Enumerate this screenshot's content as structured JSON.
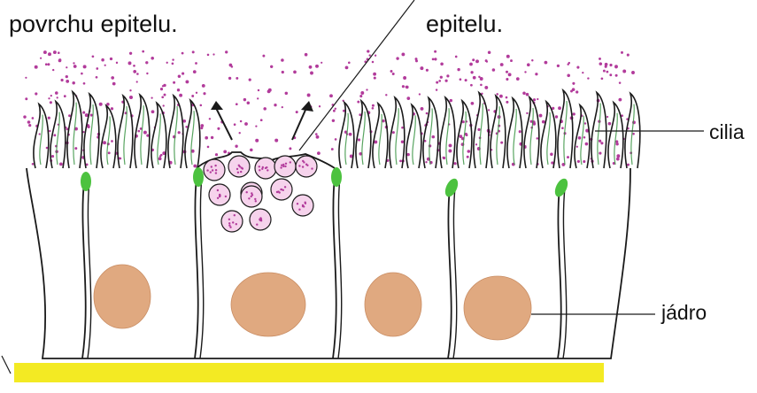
{
  "captions": {
    "left_line": "povrchu epitelu.",
    "right_line": "epitelu."
  },
  "labels": {
    "cilia": "cilia",
    "nucleus": "jádro"
  },
  "colors": {
    "outline": "#1a1a1a",
    "cilia_green": "#2f8f3a",
    "junction_green": "#4cc23f",
    "mucus_dots": "#b23b9b",
    "granule_fill": "#f6d3ec",
    "nucleus": "#e0a980",
    "basement_membrane": "#f3ea23"
  }
}
